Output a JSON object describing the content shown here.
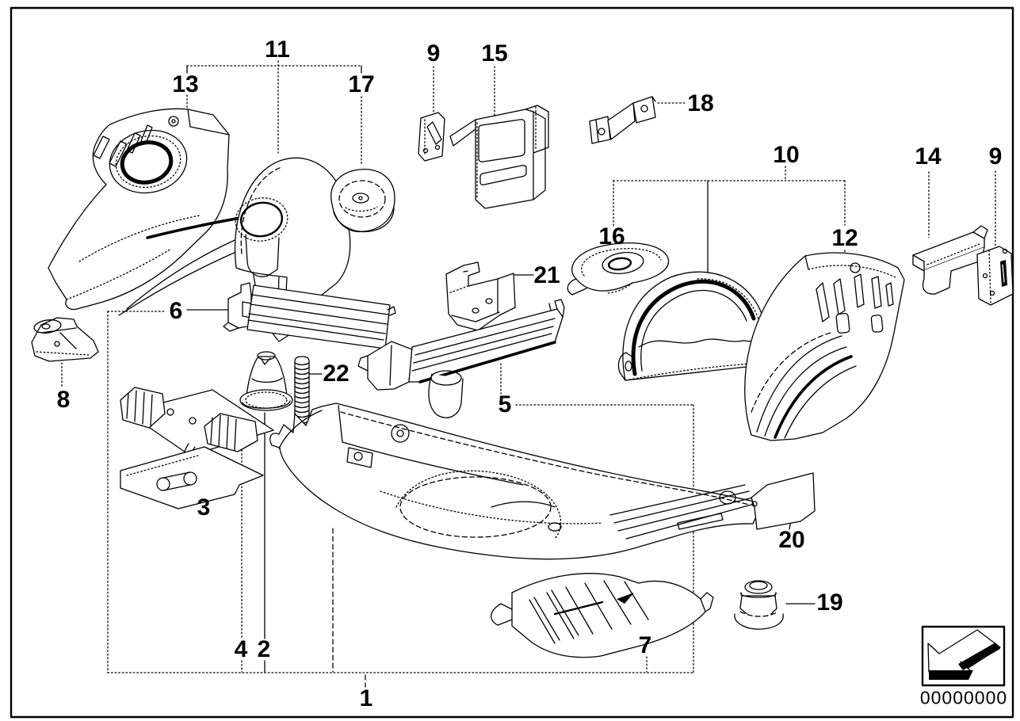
{
  "colors": {
    "ink": "#000000",
    "paper": "#ffffff"
  },
  "badge": {
    "icon": "direction-arrow-icon",
    "code": "00000000"
  },
  "callouts": [
    {
      "id": "13",
      "label": "13"
    },
    {
      "id": "11",
      "label": "11"
    },
    {
      "id": "17",
      "label": "17"
    },
    {
      "id": "9-left",
      "label": "9"
    },
    {
      "id": "15",
      "label": "15"
    },
    {
      "id": "18",
      "label": "18"
    },
    {
      "id": "10",
      "label": "10"
    },
    {
      "id": "16",
      "label": "16"
    },
    {
      "id": "12",
      "label": "12"
    },
    {
      "id": "14",
      "label": "14"
    },
    {
      "id": "9-right",
      "label": "9"
    },
    {
      "id": "21",
      "label": "21"
    },
    {
      "id": "6",
      "label": "6"
    },
    {
      "id": "22",
      "label": "22"
    },
    {
      "id": "8",
      "label": "8"
    },
    {
      "id": "5",
      "label": "5"
    },
    {
      "id": "3",
      "label": "3"
    },
    {
      "id": "20",
      "label": "20"
    },
    {
      "id": "19",
      "label": "19"
    },
    {
      "id": "7",
      "label": "7"
    },
    {
      "id": "4",
      "label": "4"
    },
    {
      "id": "2",
      "label": "2"
    },
    {
      "id": "1",
      "label": "1"
    }
  ]
}
